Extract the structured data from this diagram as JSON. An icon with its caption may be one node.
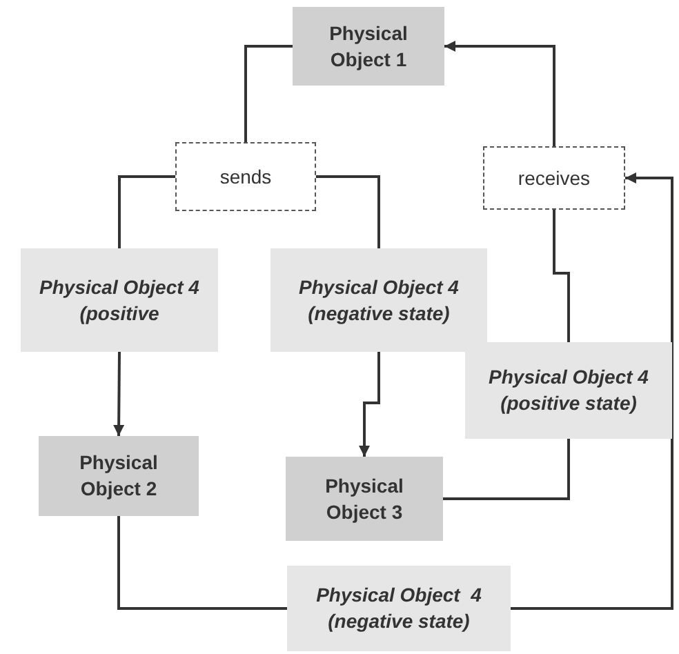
{
  "diagram": {
    "nodes": [
      {
        "text": [
          "Physical Object 1"
        ]
      },
      {
        "text": [
          "sends"
        ]
      },
      {
        "text": [
          "receives"
        ]
      },
      {
        "text": [
          "Physical Object 4 (positive"
        ]
      },
      {
        "text": [
          "Physical Object 4 (negative state)"
        ]
      },
      {
        "text": [
          "Physical Object 4 (positive state)"
        ]
      },
      {
        "text": [
          "Physical Object 2"
        ]
      },
      {
        "text": [
          "Physical Object 3"
        ]
      },
      {
        "text": [
          "Physical Object  4 (negative state)"
        ]
      }
    ],
    "edges": [
      {
        "from": 1,
        "to": 0,
        "arrow": "none"
      },
      {
        "from": 1,
        "to": 3,
        "arrow": "none"
      },
      {
        "from": 3,
        "to": 6,
        "arrow": "to"
      },
      {
        "from": 1,
        "to": 4,
        "arrow": "none"
      },
      {
        "from": 4,
        "to": 7,
        "arrow": "to"
      },
      {
        "from": 7,
        "to": 5,
        "arrow": "none"
      },
      {
        "from": 5,
        "to": 2,
        "arrow": "none"
      },
      {
        "from": 2,
        "to": 0,
        "arrow": "to"
      },
      {
        "from": 6,
        "to": 8,
        "arrow": "none"
      },
      {
        "from": 8,
        "to": 2,
        "arrow": "to"
      }
    ]
  }
}
